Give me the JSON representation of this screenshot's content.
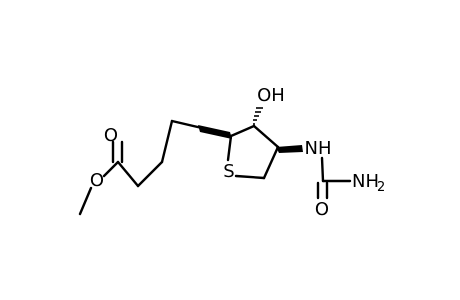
{
  "molecule": {
    "atoms": {
      "ester_carbonyl_o": "O",
      "ester_ether_o": "O",
      "hydroxyl": "OH",
      "ring_sulfur": "S",
      "amide_nh": "NH",
      "urea_carbonyl_o": "O",
      "amine_n": "NH",
      "amine_subscript": "2"
    }
  }
}
